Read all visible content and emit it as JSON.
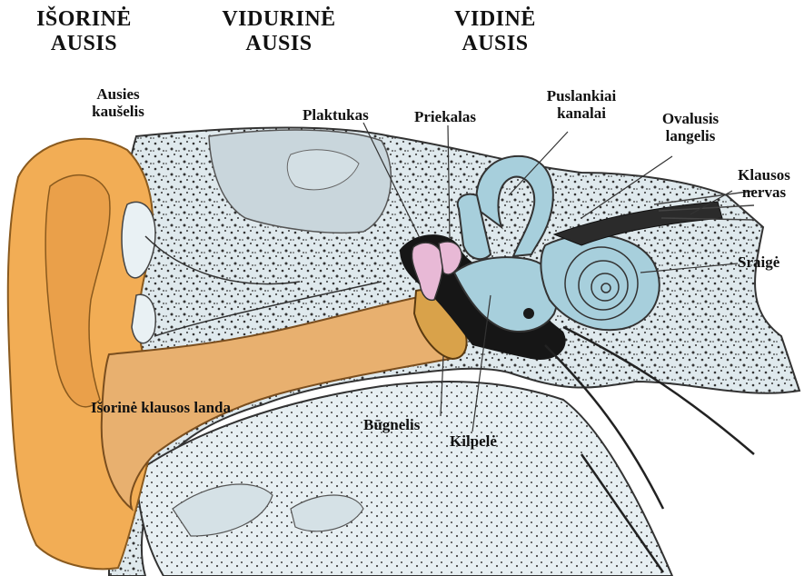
{
  "colors": {
    "pinna": "#f2ad55",
    "canal": "#e8b06f",
    "bone": "#d8e5ea",
    "tissue": "#c7d6dc",
    "inner_ear": "#a7cfdc",
    "eardrum": "#d9a24a",
    "ossicles": "#e8b9d6",
    "label": "#111111"
  },
  "sections": [
    {
      "line1": "IŠORINĖ",
      "line2": "AUSIS"
    },
    {
      "line1": "VIDURINĖ",
      "line2": "AUSIS"
    },
    {
      "line1": "VIDINĖ",
      "line2": "AUSIS"
    }
  ],
  "parts": {
    "pinna": {
      "line1": "Ausies",
      "line2": "kaušelis"
    },
    "malleus": {
      "text": "Plaktukas"
    },
    "incus": {
      "text": "Priekalas"
    },
    "semicircular": {
      "line1": "Puslankiai",
      "line2": "kanalai"
    },
    "oval_window": {
      "line1": "Ovalusis",
      "line2": "langelis"
    },
    "auditory_nerve": {
      "line1": "Klausos",
      "line2": "nervas"
    },
    "cochlea": {
      "text": "Sraigė"
    },
    "ear_canal": {
      "text": "Išorinė klausos landa"
    },
    "eardrum": {
      "text": "Būgnelis"
    },
    "stapes": {
      "text": "Kilpelė"
    }
  }
}
